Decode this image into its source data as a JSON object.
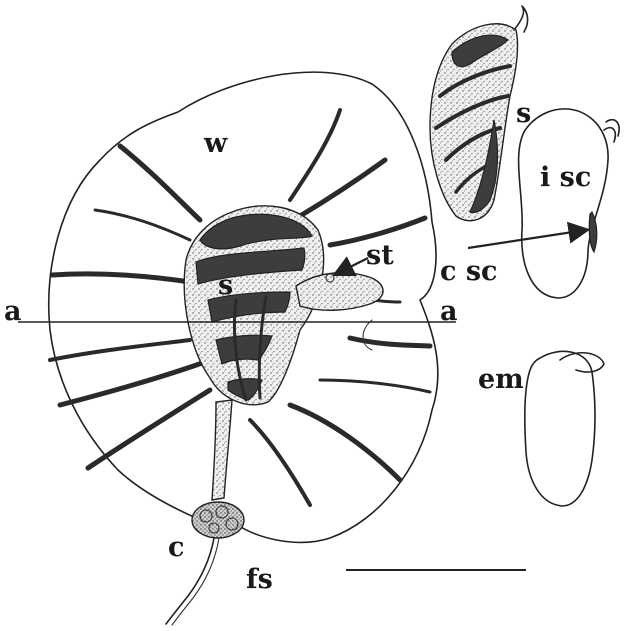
{
  "labels": {
    "wing": "w",
    "seed_main": "s",
    "seed_detail": "s",
    "stalk": "st",
    "section_left": "a",
    "section_right": "a",
    "collar": "c",
    "funicle_stalk": "fs",
    "inner_seed_coat": "i sc",
    "coat_seed_coat": "c sc",
    "embryo": "em"
  },
  "colors": {
    "ink": "#222222",
    "dark_fill": "#3d3d3d",
    "background": "#ffffff"
  }
}
